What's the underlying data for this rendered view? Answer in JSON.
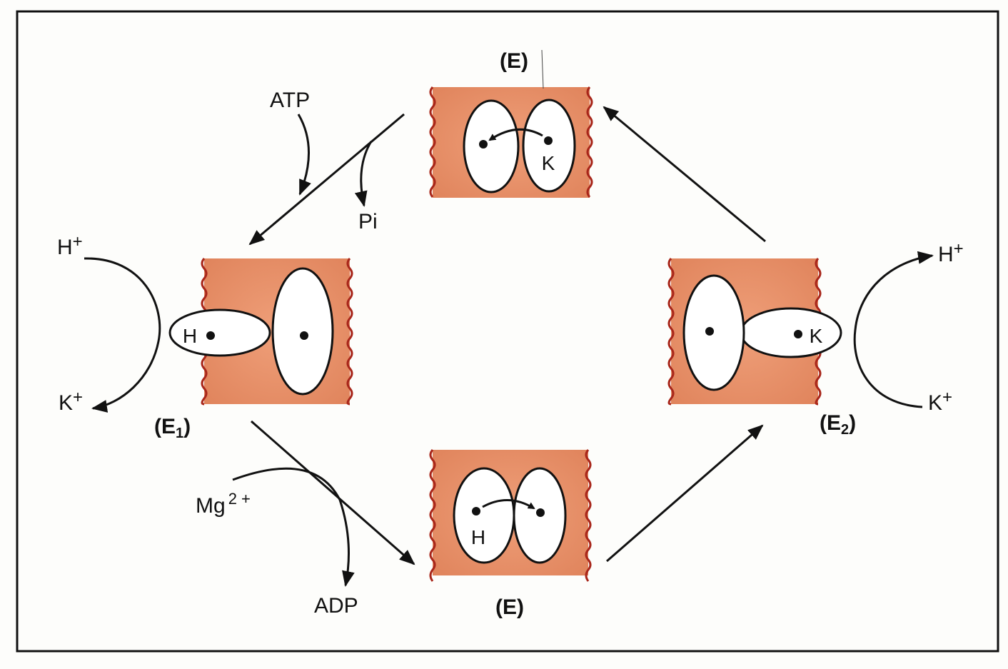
{
  "labels": {
    "e_top": "(E)",
    "e_bottom": "(E)",
    "e1_main": "(E",
    "e1_sub": "1",
    "e1_close": ")",
    "e2_main": "(E",
    "e2_sub": "2",
    "e2_close": ")",
    "atp": "ATP",
    "pi": "Pi",
    "mg_main": "Mg",
    "mg_sup": "2 +",
    "adp": "ADP",
    "h_plus_left": "H",
    "k_plus_left": "K",
    "h_plus_right": "H",
    "k_plus_right": "K",
    "plus": "+",
    "h_ion": "H",
    "k_ion": "K"
  },
  "colors": {
    "membrane": "#e8916a",
    "membrane_edge": "#a8261a",
    "ink": "#111111",
    "frame": "#111111",
    "background": "#fdfdfb"
  }
}
